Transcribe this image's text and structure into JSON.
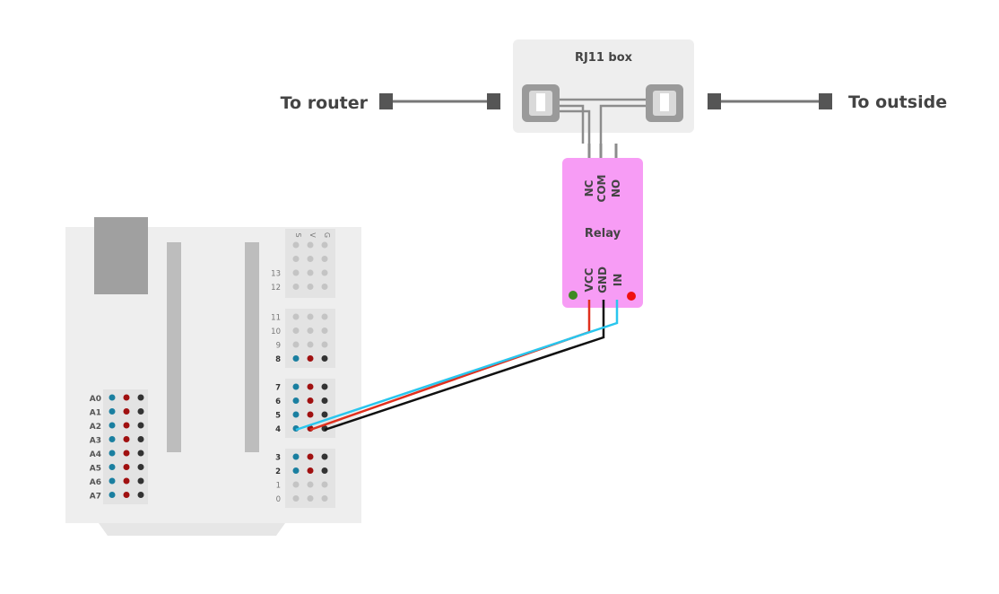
{
  "rj11_box": {
    "title": "RJ11 box"
  },
  "cables": {
    "left_label": "To router",
    "right_label": "To outside"
  },
  "relay": {
    "title": "Relay",
    "top_pins": [
      "NC",
      "COM",
      "NO"
    ],
    "bottom_pins": [
      "VCC",
      "GND",
      "IN"
    ]
  },
  "board": {
    "left_header": [
      "A0",
      "A1",
      "A2",
      "A3",
      "A4",
      "A5",
      "A6",
      "A7"
    ],
    "right_header_top_labels": [
      "S",
      "V",
      "G"
    ],
    "right_header_groups": [
      [
        "",
        "",
        "13",
        "12"
      ],
      [
        "11",
        "10",
        "9",
        "8"
      ],
      [
        "7",
        "6",
        "5",
        "4"
      ],
      [
        "3",
        "2",
        "1",
        "0"
      ]
    ],
    "used_pins": [
      "8",
      "7",
      "6",
      "5",
      "4",
      "3",
      "2"
    ]
  },
  "colors": {
    "board": "#eeeeee",
    "header": "#e0e0e0",
    "relay": "#f79cf5",
    "wire_signal": "#29c6ee",
    "wire_power": "#e0301e",
    "wire_ground": "#111111",
    "pin_signal": "#1a7fa0",
    "pin_power": "#a01010",
    "pin_ground": "#333333",
    "pin_unused": "#c4c4c4"
  }
}
